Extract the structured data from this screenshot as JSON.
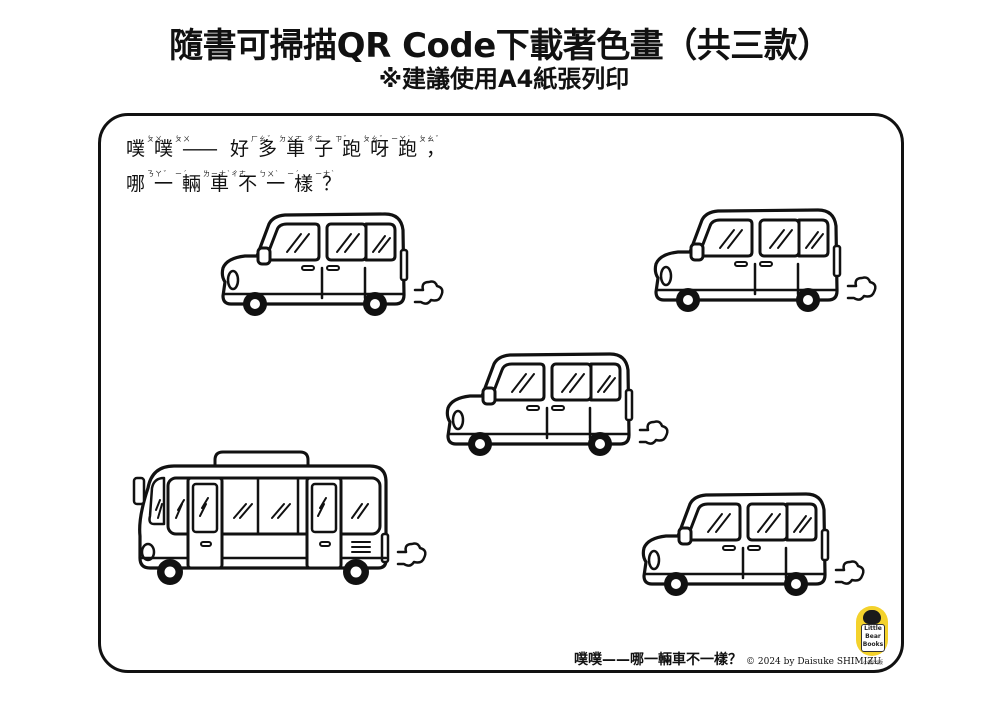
{
  "header": {
    "title": "隨書可掃描QR Code下載著色畫（共三款）",
    "subtitle": "※建議使用A4紙張列印"
  },
  "worksheet": {
    "intro": {
      "line1": [
        {
          "char": "噗",
          "bopomofo": "ㄆㄨ"
        },
        {
          "char": "噗",
          "bopomofo": "ㄆㄨ"
        },
        {
          "char": "——",
          "bopomofo": ""
        },
        {
          "char": "好",
          "bopomofo": "ㄏㄠˇ"
        },
        {
          "char": "多",
          "bopomofo": "ㄉㄨㄛ"
        },
        {
          "char": "車",
          "bopomofo": "ㄔㄜ"
        },
        {
          "char": "子",
          "bopomofo": "ㄗˇ"
        },
        {
          "char": "跑",
          "bopomofo": "ㄆㄠˇ"
        },
        {
          "char": "呀",
          "bopomofo": "ㄧㄚ˙"
        },
        {
          "char": "跑",
          "bopomofo": "ㄆㄠˇ"
        },
        {
          "char": "，",
          "bopomofo": ""
        }
      ],
      "line2": [
        {
          "char": "哪",
          "bopomofo": "ㄋㄚˇ"
        },
        {
          "char": "一",
          "bopomofo": "ㄧˊ"
        },
        {
          "char": "輛",
          "bopomofo": "ㄌㄧㄤˋ"
        },
        {
          "char": "車",
          "bopomofo": "ㄔㄜ"
        },
        {
          "char": "不",
          "bopomofo": "ㄅㄨˋ"
        },
        {
          "char": "一",
          "bopomofo": "ㄧˊ"
        },
        {
          "char": "樣",
          "bopomofo": "ㄧㄤˋ"
        },
        {
          "char": "？",
          "bopomofo": ""
        }
      ]
    },
    "vehicles": [
      {
        "id": "car-1",
        "type": "van"
      },
      {
        "id": "car-2",
        "type": "van"
      },
      {
        "id": "car-3",
        "type": "van"
      },
      {
        "id": "bus-1",
        "type": "bus"
      },
      {
        "id": "car-4",
        "type": "van"
      }
    ],
    "footer": {
      "book_title": "噗噗——哪一輛車不一樣？",
      "copyright": "© 2024 by Daisuke SHIMIZU"
    },
    "logo": {
      "text_lines": [
        "Little",
        "Bear",
        "Books"
      ],
      "caption": "小熊出版"
    }
  },
  "colors": {
    "line": "#111111",
    "background": "#ffffff",
    "logo_yellow": "#f4d22c"
  }
}
